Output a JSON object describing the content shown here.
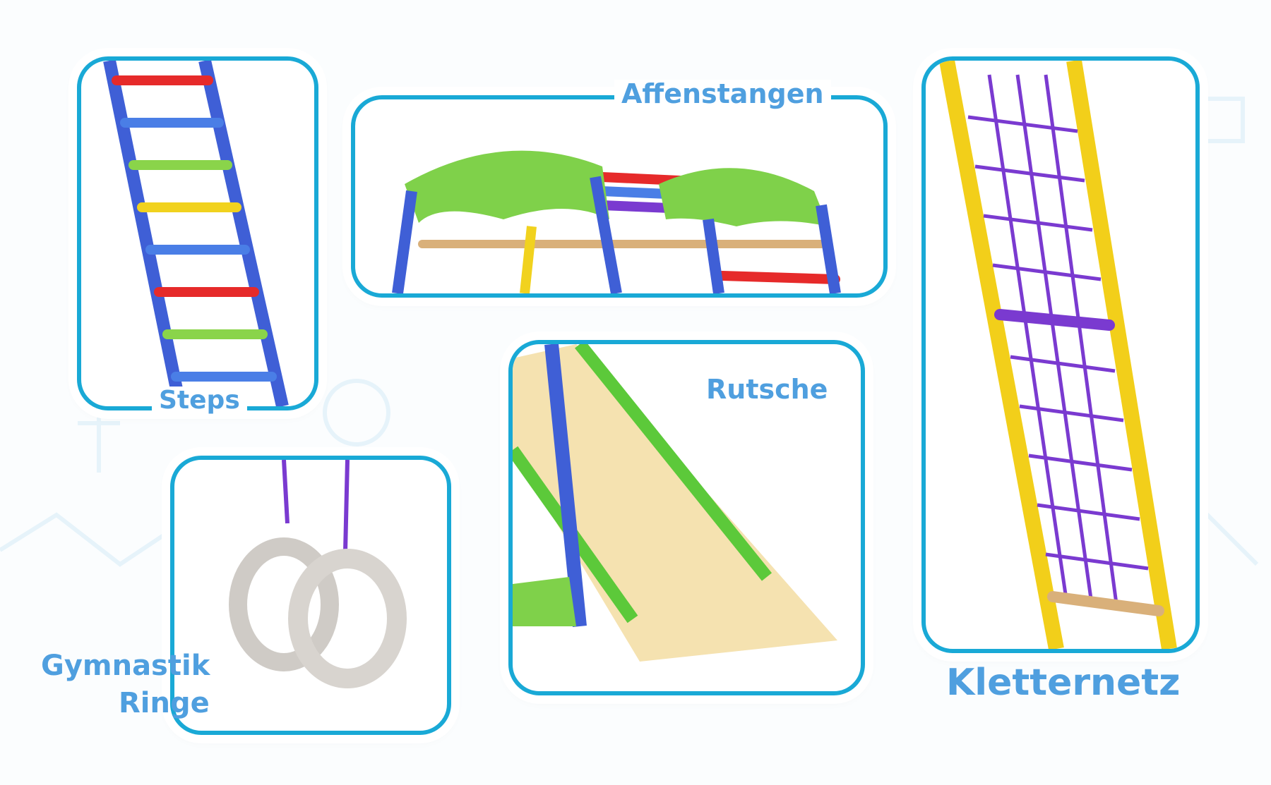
{
  "labels": {
    "steps": "Steps",
    "monkey_bars": "Affenstangen",
    "slide": "Rutsche",
    "climbing_net": "Kletternetz",
    "rings_line1": "Gymnastik",
    "rings_line2": "Ringe"
  },
  "colors": {
    "frame": "#19a9d6",
    "label": "#4f9fdf"
  }
}
